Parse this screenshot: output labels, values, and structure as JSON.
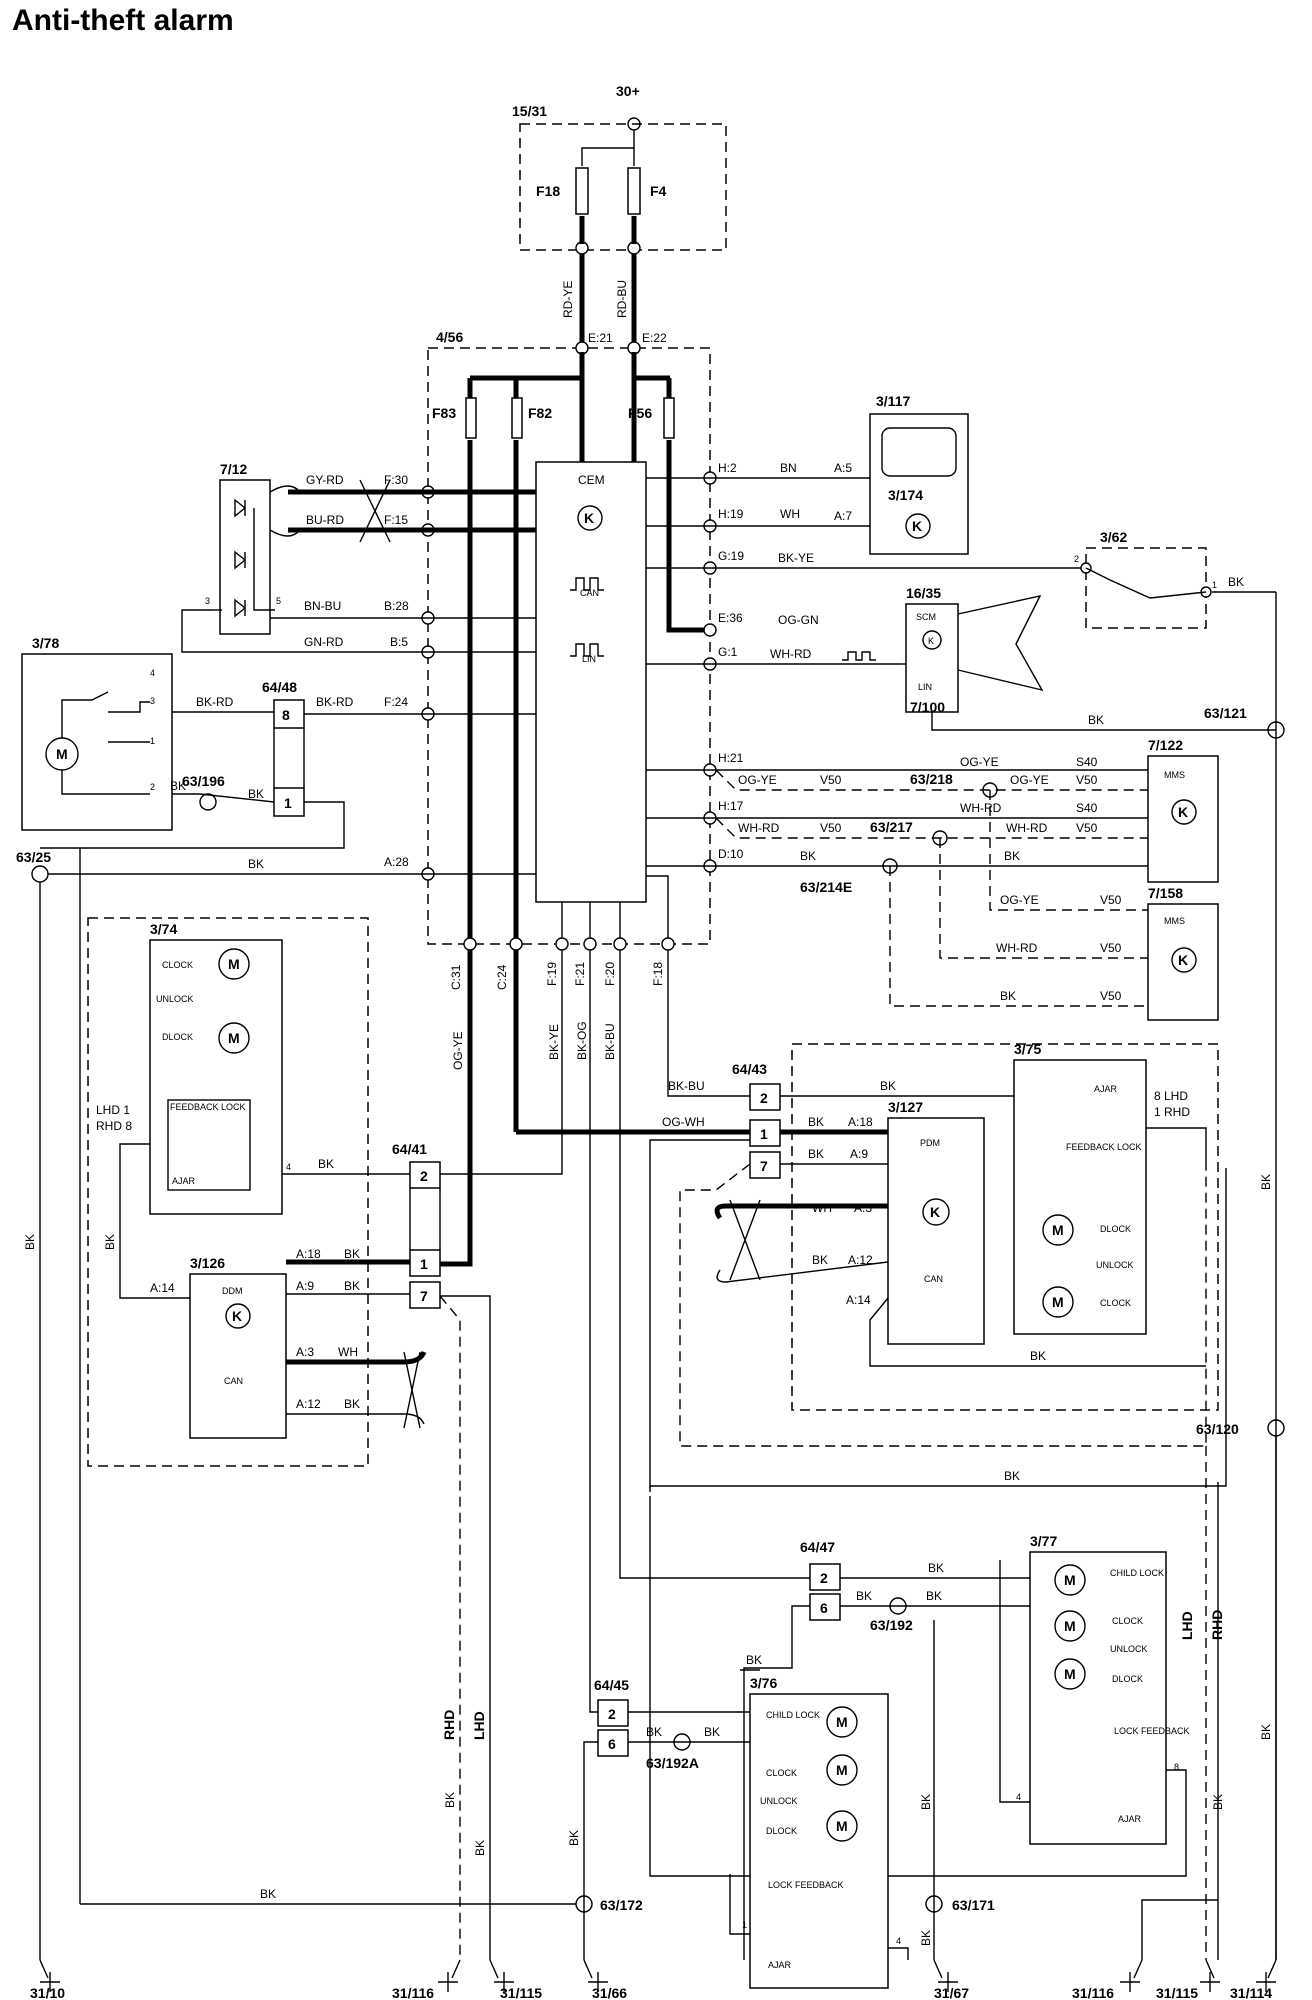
{
  "title": "Anti-theft alarm",
  "supply": {
    "label": "30+",
    "fuse_box": "15/31",
    "fuses": [
      "F18",
      "F4"
    ]
  },
  "cem_box": {
    "label": "4/56",
    "fuses": [
      "F83",
      "F82",
      "F56"
    ],
    "module": "CEM",
    "can": "CAN",
    "lin": "LIN"
  },
  "components": {
    "c7_12": "7/12",
    "c3_78": "3/78",
    "c64_48": "64/48",
    "c63_196": "63/196",
    "c63_25": "63/25",
    "c3_117": "3/117",
    "c3_174": "3/174",
    "c3_62": "3/62",
    "c16_35": "16/35",
    "scm": "SCM",
    "c7_100": "7/100",
    "c63_121": "63/121",
    "c7_122": "7/122",
    "mms": "MMS",
    "c7_158": "7/158",
    "c63_218": "63/218",
    "c63_217": "63/217",
    "c63_214e": "63/214E",
    "c3_74": "3/74",
    "c3_126": "3/126",
    "ddm": "DDM",
    "c64_41": "64/41",
    "c64_43": "64/43",
    "c3_127": "3/127",
    "pdm": "PDM",
    "c3_75": "3/75",
    "c63_120": "63/120",
    "c64_47": "64/47",
    "c63_192": "63/192",
    "c3_77": "3/77",
    "c64_45": "64/45",
    "c63_192a": "63/192A",
    "c3_76": "3/76",
    "c63_172": "63/172",
    "c63_171": "63/171"
  },
  "grounds": [
    "31/10",
    "31/116",
    "31/115",
    "31/66",
    "31/67",
    "31/116",
    "31/115",
    "31/114"
  ],
  "wires": {
    "rd_ye": "RD-YE",
    "rd_bu": "RD-BU",
    "gy_rd": "GY-RD",
    "bu_rd": "BU-RD",
    "bn_bu": "BN-BU",
    "gn_rd": "GN-RD",
    "bk_rd": "BK-RD",
    "bk": "BK",
    "bn": "BN",
    "wh": "WH",
    "bk_ye": "BK-YE",
    "og_gn": "OG-GN",
    "wh_rd": "WH-RD",
    "og_ye": "OG-YE",
    "og_wh": "OG-WH",
    "bk_bu": "BK-BU",
    "bk_og": "BK-OG",
    "v50": "V50",
    "s40": "S40",
    "lhd": "LHD",
    "rhd": "RHD"
  },
  "pins": {
    "e21": "E:21",
    "e22": "E:22",
    "f30": "F:30",
    "f15": "F:15",
    "b28": "B:28",
    "b5": "B:5",
    "f24": "F:24",
    "a28": "A:28",
    "h2": "H:2",
    "h19": "H:19",
    "g19": "G:19",
    "e36": "E:36",
    "g1": "G:1",
    "h21": "H:21",
    "h17": "H:17",
    "d10": "D:10",
    "c31": "C:31",
    "c24": "C:24",
    "f19": "F:19",
    "f21": "F:21",
    "f20": "F:20",
    "f18": "F:18",
    "a5": "A:5",
    "a7": "A:7",
    "a18": "A:18",
    "a9": "A:9",
    "a3": "A:3",
    "a12": "A:12",
    "a14": "A:14"
  },
  "labels": {
    "clock": "CLOCK",
    "unlock": "UNLOCK",
    "dlock": "DLOCK",
    "feedback_lock": "FEEDBACK LOCK",
    "ajar": "AJAR",
    "lock_feedback": "LOCK FEEDBACK",
    "child_lock": "CHILD LOCK",
    "lhd1": "LHD 1",
    "rhd8": "RHD 8",
    "lhd8": "8 LHD",
    "rhd1": "1 RHD",
    "motor": "M"
  }
}
